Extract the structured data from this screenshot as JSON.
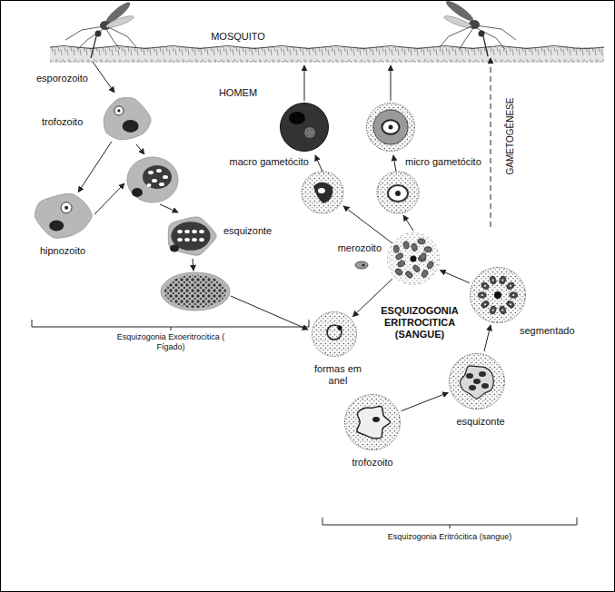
{
  "diagram": {
    "nodes": [
      {
        "text": [
          "esporozoito",
          "trofozoito"
        ]
      },
      {
        "text": [
          "hipnozoito"
        ]
      },
      {
        "text": [
          "esquizonte"
        ]
      },
      {
        "text": [
          "formas em anel"
        ]
      },
      {
        "text": [
          "trofozoito"
        ]
      },
      {
        "text": [
          "esquizonte"
        ]
      },
      {
        "text": [
          "segmentado"
        ]
      },
      {
        "text": [
          "merozoito"
        ]
      },
      {
        "text": [
          "macro gametócito"
        ]
      },
      {
        "text": [
          "micro gametócito"
        ]
      }
    ],
    "edges": [
      {
        "from": 0,
        "to": 1,
        "arrow": "to"
      },
      {
        "from": 4,
        "to": 5,
        "arrow": "to"
      },
      {
        "from": 5,
        "to": 6,
        "arrow": "to"
      },
      {
        "from": 6,
        "to": 7,
        "arrow": "to"
      },
      {
        "from": 7,
        "to": 3,
        "arrow": "to"
      }
    ],
    "labels": [
      "MOSQUITO",
      "HOMEM",
      "GAMETOGÊNESE",
      "Esquizogonia Exoeritrocitica ( Fígado)",
      "ESQUIZOGONIA ERITROCITICA (SANGUE)",
      "Esquizogonia Eritrócitica (sangue)"
    ]
  }
}
